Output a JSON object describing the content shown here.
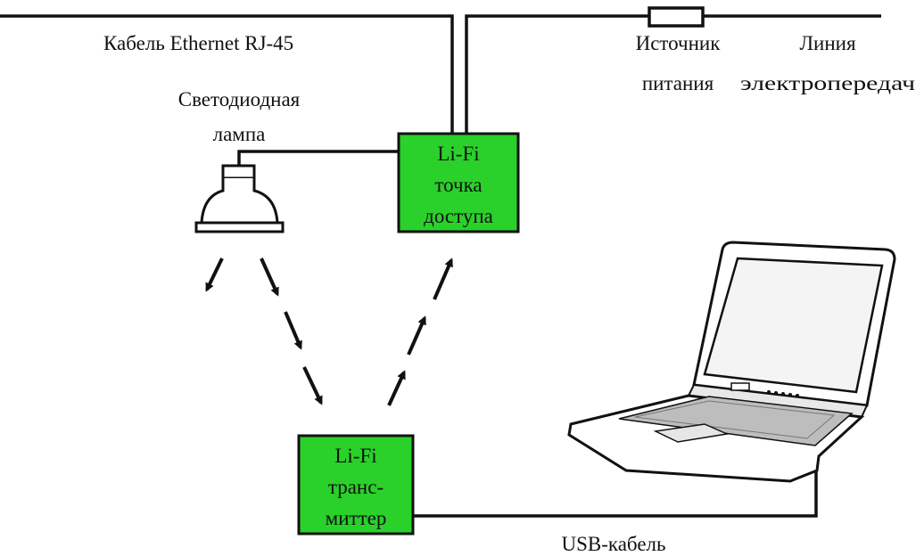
{
  "labels": {
    "ethernet_cable": "Кабель Ethernet RJ-45",
    "power_source_line1": "Источник",
    "power_source_line2": "питания",
    "power_line_line1": "Линия",
    "power_line_line2": "электропередач",
    "led_lamp_line1": "Светодиодная",
    "led_lamp_line2": "лампа",
    "usb_cable": "USB-кабель"
  },
  "access_point": {
    "line1": "Li-Fi",
    "line2": "точка",
    "line3": "доступа"
  },
  "transmitter": {
    "line1": "Li-Fi",
    "line2": "транс-",
    "line3": "миттер"
  },
  "colors": {
    "device_box": "#2ad12a",
    "stroke": "#111111"
  },
  "icons": [
    "led-lamp-icon",
    "laptop-icon",
    "resistor-icon",
    "light-arrow-icon"
  ]
}
